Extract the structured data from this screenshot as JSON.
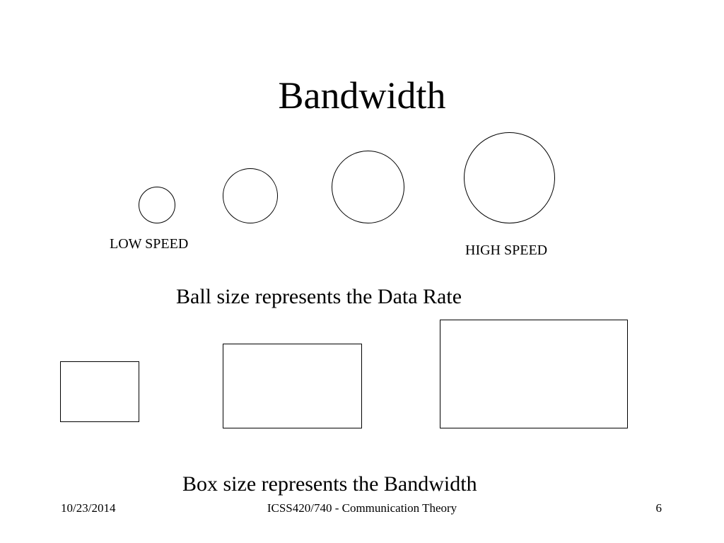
{
  "slide": {
    "title": "Bandwidth",
    "balls": {
      "low_label": "LOW SPEED",
      "high_label": "HIGH SPEED",
      "caption": "Ball size represents the Data Rate"
    },
    "boxes": {
      "caption": "Box size represents the Bandwidth"
    },
    "footer": {
      "date": "10/23/2014",
      "course": "ICSS420/740 - Communication Theory",
      "page_number": "6"
    }
  }
}
